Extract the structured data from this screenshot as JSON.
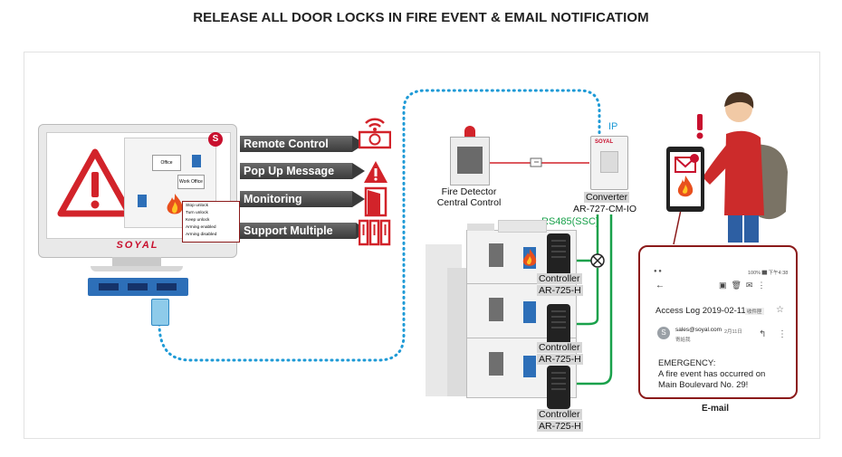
{
  "title": "RELEASE ALL DOOR LOCKS IN FIRE EVENT & EMAIL NOTIFICATIOM",
  "monitor": {
    "brand": "SOYAL",
    "screen_rooms": [
      "Office",
      "Work Office"
    ],
    "menu": [
      "Stop unlock",
      "Turn unlock",
      "Keep unlock",
      "Arming enabled",
      "Arming disabled"
    ]
  },
  "features": [
    {
      "label": "Remote Control",
      "icon": "remote-control-icon"
    },
    {
      "label": "Pop Up Message",
      "icon": "warning-icon"
    },
    {
      "label": "Monitoring",
      "icon": "door-icon"
    },
    {
      "label": "Support Multiple Devices",
      "icon": "multiple-devices-icon"
    }
  ],
  "fire_detector": {
    "line1": "Fire Detector",
    "line2": "Central Control"
  },
  "converter": {
    "label": "Converter",
    "model": "AR-727-CM-IO",
    "brand": "SOYAL"
  },
  "links": {
    "ip": "IP",
    "rs485": "RS485(SSC)"
  },
  "controllers": [
    {
      "label": "Controller",
      "model": "AR-725-H"
    },
    {
      "label": "Controller",
      "model": "AR-725-H"
    },
    {
      "label": "Controller",
      "model": "AR-725-H"
    }
  ],
  "email": {
    "status_time": "100% ▇ 下午4:38",
    "subject": "Access Log 2019-02-11",
    "subject_tag": "收件匣",
    "avatar_letter": "S",
    "sender": "sales@soyal.com",
    "sender_date": "2月11日",
    "recipient": "寄給我",
    "body_line1": "EMERGENCY:",
    "body_line2": "A fire event has occurred on",
    "body_line3": "Main Boulevard No. 29!",
    "caption": "E-mail"
  },
  "colors": {
    "accent_red": "#c8102e",
    "ip_blue": "#1e9ad6",
    "rs485_green": "#19a14b",
    "border_maroon": "#8b1a1a"
  }
}
